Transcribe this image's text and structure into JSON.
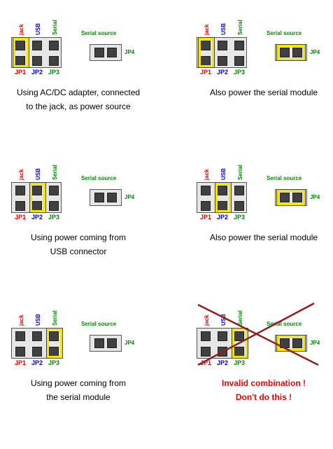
{
  "labels": {
    "jack": "jack",
    "usb": "USB",
    "serial": "Serial",
    "jp1": "JP1",
    "jp2": "JP2",
    "jp3": "JP3",
    "jp4": "JP4",
    "serial_source": "Serial source"
  },
  "colors": {
    "jumper": "#f3e600",
    "jack": "#dd0000",
    "usb": "#0000cc",
    "serial": "#008800",
    "cross": "#8b2020"
  },
  "panels": [
    {
      "jumper": "jp1",
      "jp4_jumper": false,
      "caption": [
        "Using AC/DC adapter, connected",
        "to the jack, as power source"
      ],
      "invalid": false
    },
    {
      "jumper": "jp1",
      "jp4_jumper": true,
      "caption": [
        "Also power the serial module"
      ],
      "invalid": false
    },
    {
      "jumper": "jp2",
      "jp4_jumper": false,
      "caption": [
        "Using power coming from",
        "USB connector"
      ],
      "invalid": false
    },
    {
      "jumper": "jp2",
      "jp4_jumper": true,
      "caption": [
        "Also power the serial module"
      ],
      "invalid": false
    },
    {
      "jumper": "jp3",
      "jp4_jumper": false,
      "caption": [
        "Using power coming from",
        "the serial module"
      ],
      "invalid": false
    },
    {
      "jumper": "jp3",
      "jp4_jumper": true,
      "caption": [
        "Invalid combination !",
        "Don't do this !"
      ],
      "invalid": true
    }
  ]
}
